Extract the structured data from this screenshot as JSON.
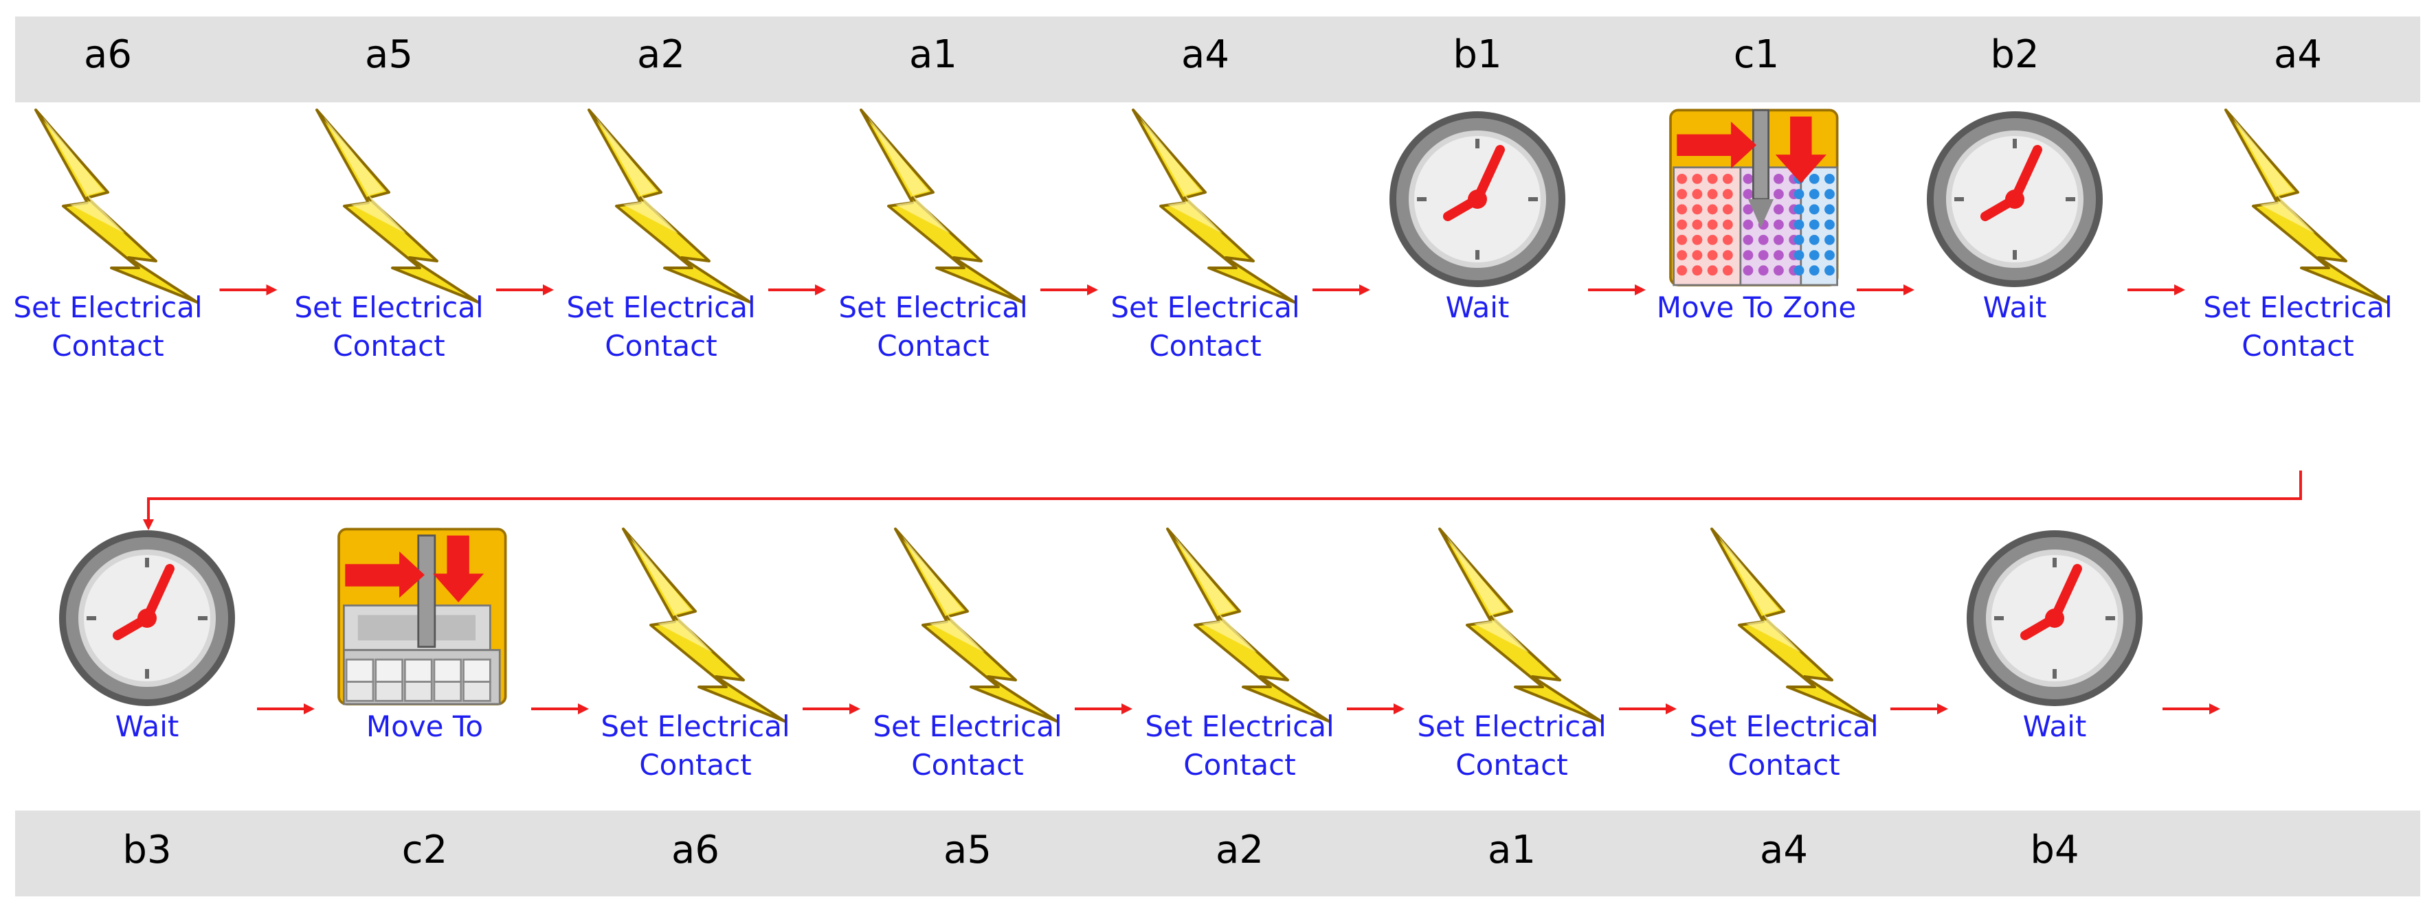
{
  "top_row": {
    "headers": [
      "a6",
      "a5",
      "a2",
      "a1",
      "a4",
      "b1",
      "c1",
      "b2",
      "a4"
    ],
    "steps": [
      {
        "type": "lightning-icon",
        "label_lines": [
          "Set Electrical",
          "Contact"
        ]
      },
      {
        "type": "lightning-icon",
        "label_lines": [
          "Set Electrical",
          "Contact"
        ]
      },
      {
        "type": "lightning-icon",
        "label_lines": [
          "Set Electrical",
          "Contact"
        ]
      },
      {
        "type": "lightning-icon",
        "label_lines": [
          "Set Electrical",
          "Contact"
        ]
      },
      {
        "type": "lightning-icon",
        "label_lines": [
          "Set Electrical",
          "Contact"
        ]
      },
      {
        "type": "clock-icon",
        "label_lines": [
          "Wait"
        ]
      },
      {
        "type": "move-to-zone-icon",
        "label_lines": [
          "Move To Zone"
        ]
      },
      {
        "type": "clock-icon",
        "label_lines": [
          "Wait"
        ]
      },
      {
        "type": "lightning-icon",
        "label_lines": [
          "Set Electrical",
          "Contact"
        ]
      }
    ]
  },
  "bottom_row": {
    "headers": [
      "b3",
      "c2",
      "a6",
      "a5",
      "a2",
      "a1",
      "a4",
      "b4"
    ],
    "steps": [
      {
        "type": "clock-icon",
        "label_lines": [
          "Wait"
        ]
      },
      {
        "type": "move-to-icon",
        "label_lines": [
          "Move To"
        ]
      },
      {
        "type": "lightning-icon",
        "label_lines": [
          "Set Electrical",
          "Contact"
        ]
      },
      {
        "type": "lightning-icon",
        "label_lines": [
          "Set Electrical",
          "Contact"
        ]
      },
      {
        "type": "lightning-icon",
        "label_lines": [
          "Set Electrical",
          "Contact"
        ]
      },
      {
        "type": "lightning-icon",
        "label_lines": [
          "Set Electrical",
          "Contact"
        ]
      },
      {
        "type": "lightning-icon",
        "label_lines": [
          "Set Electrical",
          "Contact"
        ]
      },
      {
        "type": "clock-icon",
        "label_lines": [
          "Wait"
        ]
      }
    ]
  },
  "colors": {
    "label": "#1e1ef0",
    "connector": "#ee1c1c",
    "band": "#e1e1e1"
  }
}
